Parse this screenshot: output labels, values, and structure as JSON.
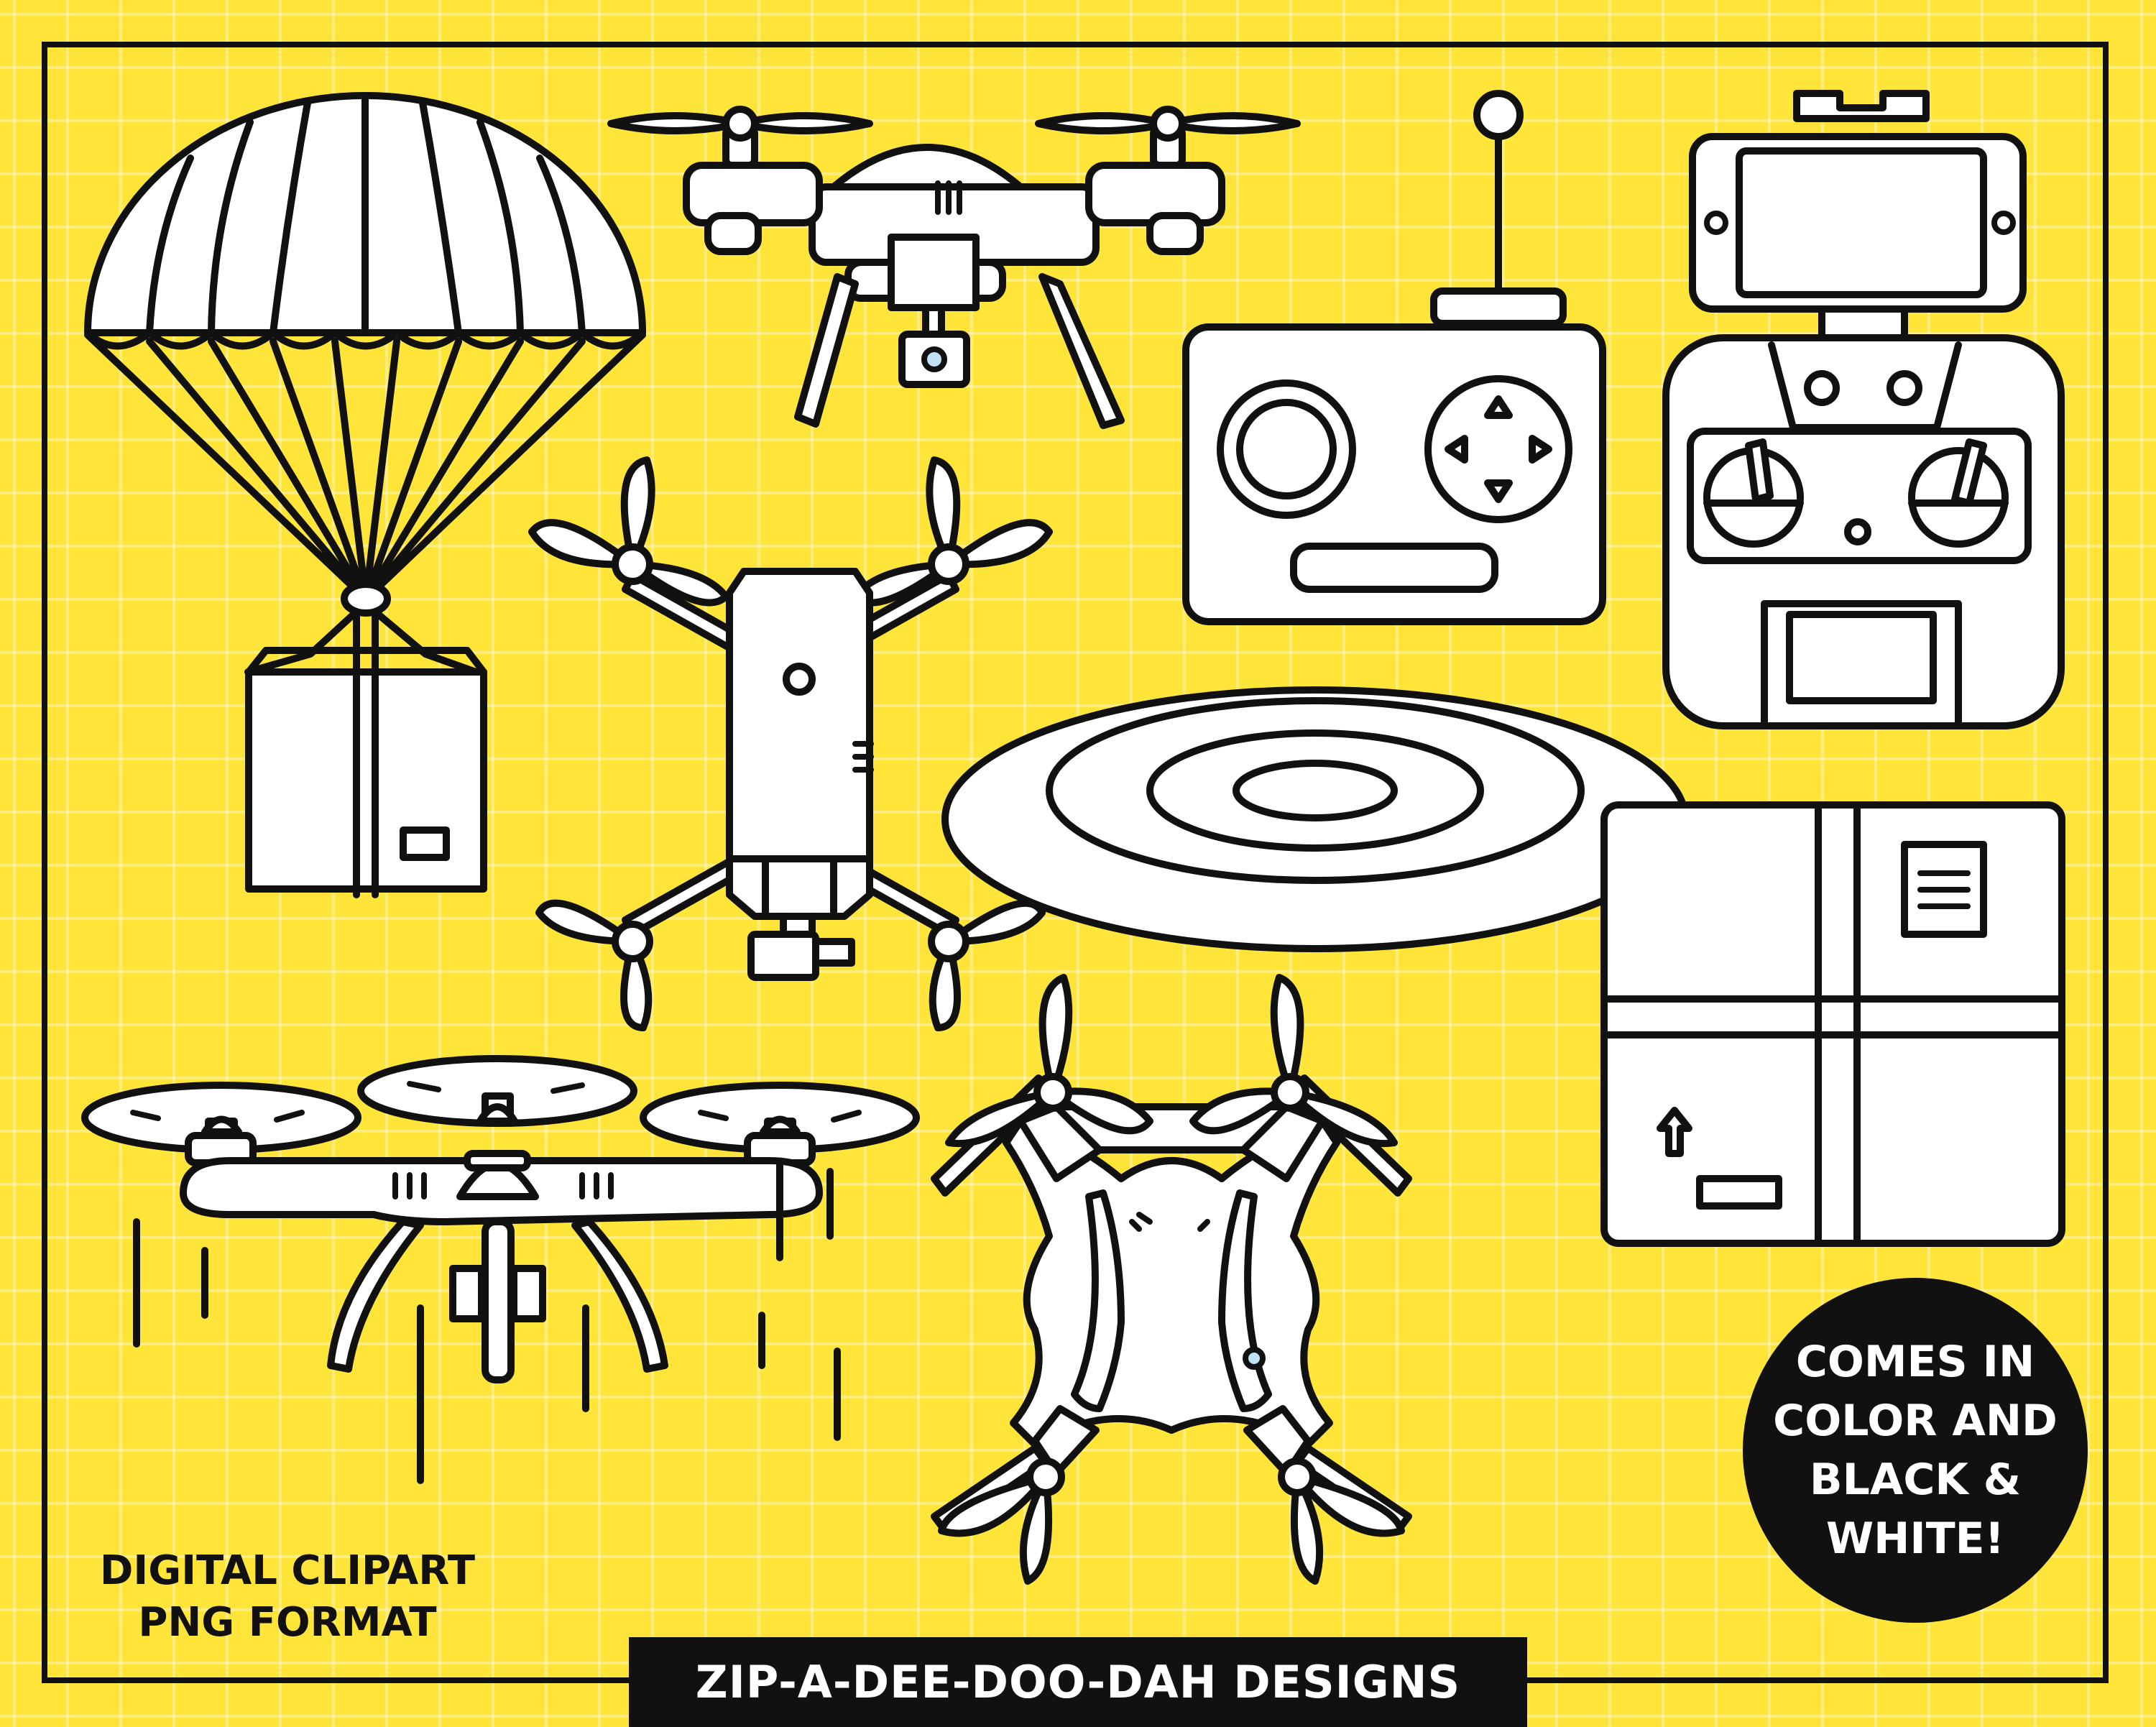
{
  "caption": {
    "line1": "DIGITAL CLIPART",
    "line2": "PNG FORMAT"
  },
  "banner": {
    "label": "ZIP-A-DEE-DOO-DAH DESIGNS"
  },
  "badge": {
    "line1": "COMES IN",
    "line2": "COLOR AND",
    "line3": "BLACK &",
    "line4": "WHITE!"
  },
  "colors": {
    "background": "#FFE43A",
    "ink": "#111111",
    "fill": "#FFFFFF",
    "lens": "#BFE3F5"
  },
  "illustrations": [
    "parachute-package-icon",
    "camera-drone-icon",
    "radio-remote-icon",
    "phone-remote-controller-icon",
    "top-view-drone-icon",
    "landing-pad-icon",
    "shipping-box-icon",
    "flying-delivery-drone-icon",
    "quadcopter-drone-icon"
  ]
}
